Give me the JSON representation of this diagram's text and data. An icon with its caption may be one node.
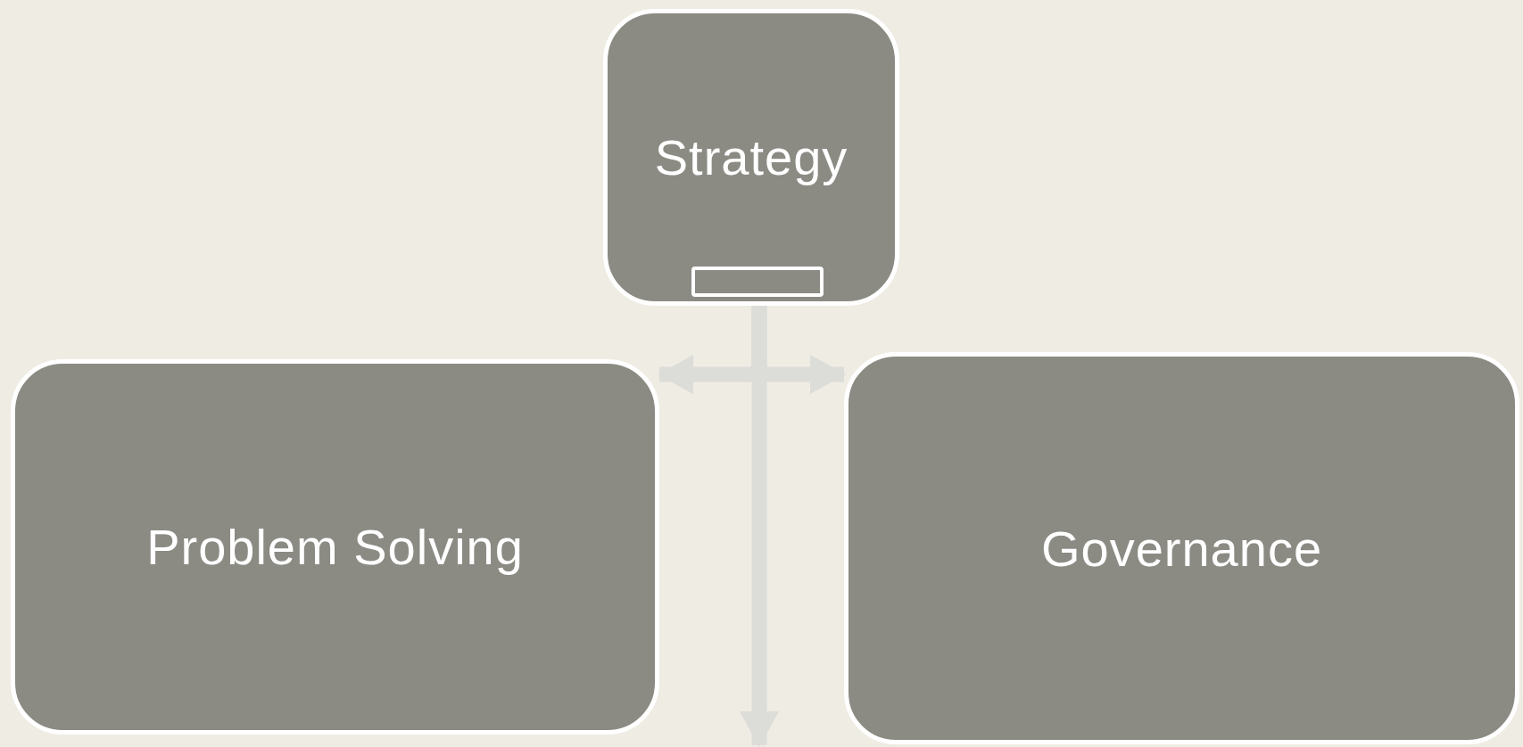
{
  "diagram": {
    "nodes": [
      {
        "text": [
          "Strategy"
        ]
      },
      {
        "text": [
          "Problem Solving"
        ]
      },
      {
        "text": [
          "Governance"
        ]
      }
    ],
    "edges": [
      {
        "from": 0,
        "to": 1,
        "arrow": "to"
      },
      {
        "from": 0,
        "to": 2,
        "arrow": "to"
      },
      {
        "from": 0,
        "to": null,
        "arrow": "to"
      }
    ]
  }
}
